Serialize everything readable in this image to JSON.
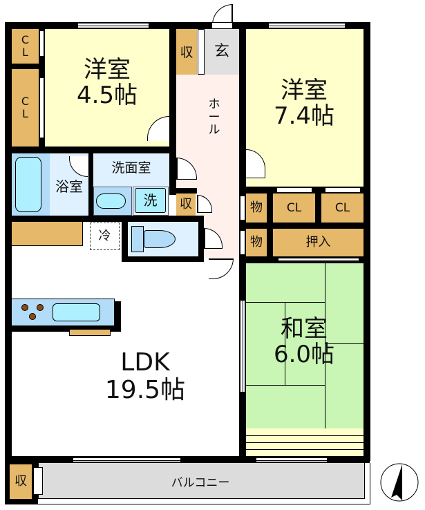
{
  "colors": {
    "wall": "#000000",
    "western_room": "#ffffcc",
    "ldk": "#ffdfce",
    "hall": "#fff0ec",
    "entrance": "#e0e0e0",
    "storage": "#e6b86a",
    "bath": "#dff0ff",
    "fixture": "#b3dcf8",
    "tatami": "#c9f5b5",
    "balcony": "#dcdcdc"
  },
  "rooms": {
    "western1": {
      "name": "洋室",
      "size": "4.5帖"
    },
    "western2": {
      "name": "洋室",
      "size": "7.4帖"
    },
    "ldk": {
      "name": "LDK",
      "size": "19.5帖"
    },
    "japanese": {
      "name": "和室",
      "size": "6.0帖"
    },
    "hall": {
      "name": "ホ\nー\nル"
    },
    "entrance": {
      "name": "玄"
    },
    "bath": {
      "name": "浴室"
    },
    "washroom": {
      "name": "洗面室"
    },
    "balcony": {
      "name": "バルコニー"
    }
  },
  "storage": {
    "cl_top": "C\nL",
    "cl_mid": "C\nL",
    "shu_entrance": "収",
    "shu_hall": "収",
    "shu_balcony": "収",
    "mono1": "物",
    "mono2": "物",
    "cl_right1": "CL",
    "cl_right2": "CL",
    "oshiire": "押入"
  },
  "fixtures": {
    "washer": "洗",
    "fridge": "冷"
  }
}
